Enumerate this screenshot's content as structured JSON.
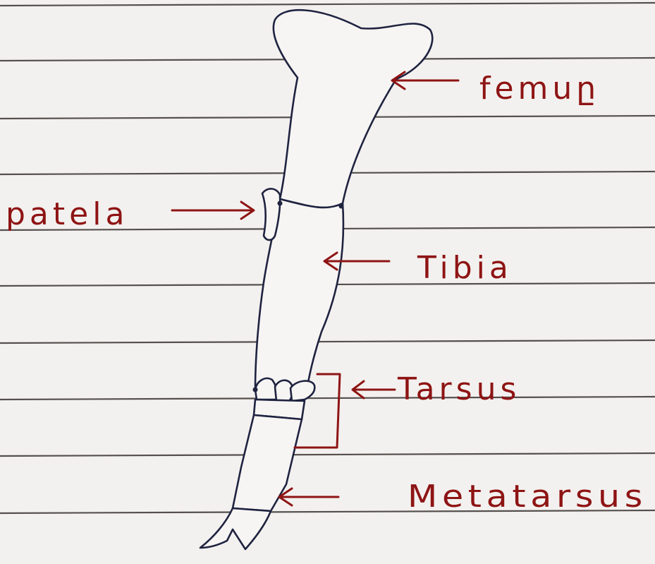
{
  "colors": {
    "paper": "#f3f1ef",
    "ruled_line": "#55504e",
    "bone_ink": "#1f2340",
    "label_ink": "#8e1414"
  },
  "labels": {
    "femur": "femuը",
    "patela": "patela",
    "tibia": "Tibia",
    "tarsus": "Tarsus",
    "metatarsus": "Metatarsus"
  }
}
